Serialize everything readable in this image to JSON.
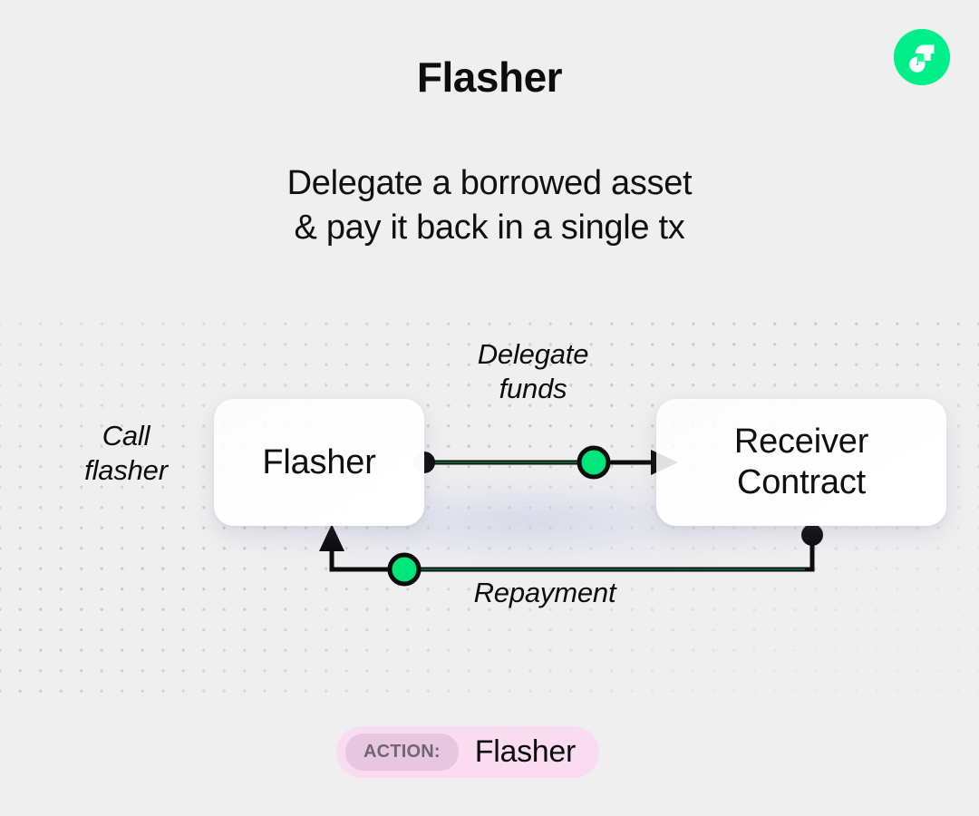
{
  "header": {
    "title": "Flasher",
    "subtitle_lines": [
      "Delegate a borrowed asset",
      "& pay it back in a single tx"
    ],
    "logo": {
      "name": "flow-logo-icon",
      "circle_color": "#00ef8b",
      "glyph_color": "#ffffff",
      "accent_color": "#16ff99"
    }
  },
  "diagram": {
    "background_color": "#efefef",
    "dot_color": "#c9c9cc",
    "line_color": "#0d0d0d",
    "accent_color": "#00e57a",
    "nodes": [
      {
        "id": "flasher",
        "label": "Flasher"
      },
      {
        "id": "receiver",
        "label_lines": [
          "Receiver",
          "Contract"
        ]
      }
    ],
    "labels": {
      "call": [
        "Call",
        "flasher"
      ],
      "delegate": [
        "Delegate",
        "funds"
      ],
      "repayment": [
        "Repayment"
      ]
    }
  },
  "action": {
    "chip_label": "ACTION:",
    "value": "Flasher",
    "badge_color": "#fadcf0",
    "chip_color": "#e6c7df"
  }
}
